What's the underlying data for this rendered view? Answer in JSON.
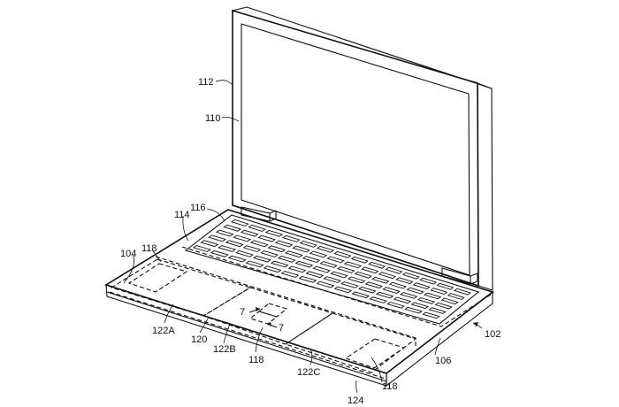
{
  "figure": {
    "reference_labels": {
      "r112": "112",
      "r110": "110",
      "r116": "116",
      "r114": "114",
      "r118a": "118",
      "r104": "104",
      "r122a": "122A",
      "r120": "120",
      "r122b": "122B",
      "r118b": "118",
      "r122c": "122C",
      "r124": "124",
      "r118c": "118",
      "r106": "106",
      "r102": "102",
      "r7a": "7",
      "r7b": "7"
    }
  }
}
